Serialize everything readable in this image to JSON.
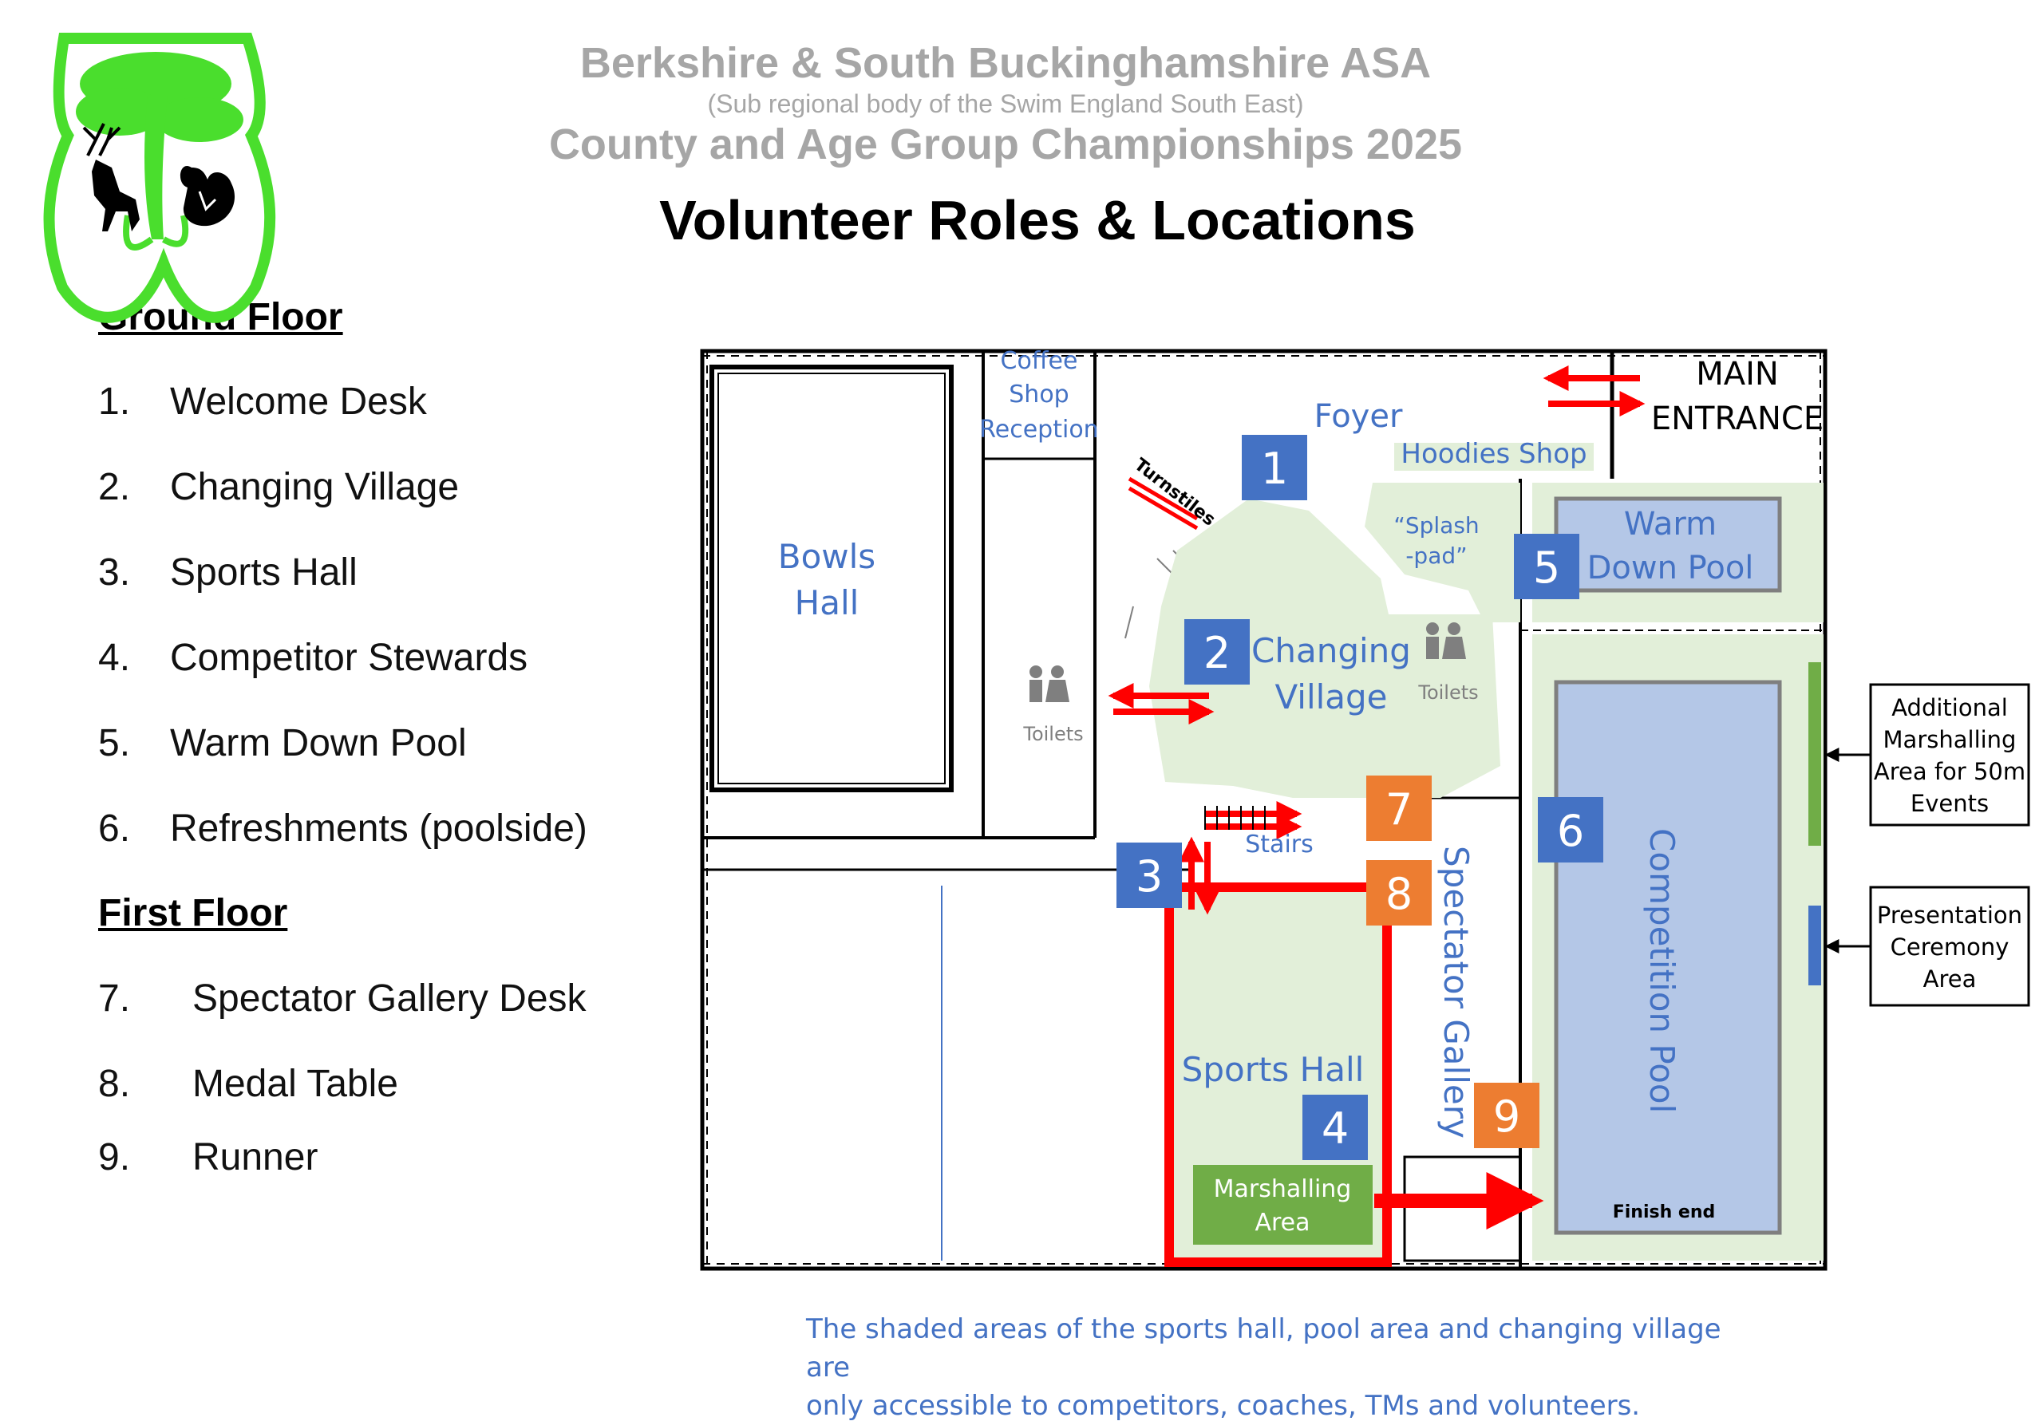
{
  "header": {
    "organisation": "Berkshire & South Buckinghamshire ASA",
    "subtitle": "(Sub regional body of the Swim England South East)",
    "event": "County and Age Group Championships 2025",
    "title": "Volunteer Roles & Locations"
  },
  "legend": {
    "ground_floor_heading": "Ground Floor",
    "ground_floor_roles": [
      {
        "num": "1.",
        "label": "Welcome Desk"
      },
      {
        "num": "2.",
        "label": "Changing Village"
      },
      {
        "num": "3.",
        "label": "Sports Hall"
      },
      {
        "num": "4.",
        "label": "Competitor Stewards"
      },
      {
        "num": "5.",
        "label": "Warm Down Pool"
      },
      {
        "num": "6.",
        "label": "Refreshments (poolside)"
      }
    ],
    "first_floor_heading": "First Floor",
    "first_floor_roles": [
      {
        "num": "7.",
        "label": "Spectator Gallery Desk"
      },
      {
        "num": "8.",
        "label": "Medal Table"
      },
      {
        "num": "9.",
        "label": "Runner"
      }
    ]
  },
  "map": {
    "areas": {
      "coffee": "Coffee",
      "shop": "Shop",
      "reception": "Reception",
      "foyer": "Foyer",
      "hoodies_shop": "Hoodies Shop",
      "main": "MAIN",
      "entrance": "ENTRANCE",
      "turnstiles": "Turnstiles",
      "splash_1": "“Splash",
      "splash_2": "-pad”",
      "warm_1": "Warm",
      "warm_2": "Down Pool",
      "bowls_1": "Bowls",
      "bowls_2": "Hall",
      "changing_1": "Changing",
      "changing_2": "Village",
      "toilets_left": "Toilets",
      "toilets_right": "Toilets",
      "stairs": "Stairs",
      "spectator_gallery": "Spectator Gallery",
      "competition_pool": "Competition Pool",
      "sports_hall": "Sports Hall",
      "marshalling_1": "Marshalling",
      "marshalling_2": "Area",
      "finish_end": "Finish end"
    },
    "badges": {
      "b1": "1",
      "b2": "2",
      "b3": "3",
      "b4": "4",
      "b5": "5",
      "b6": "6",
      "b7": "7",
      "b8": "8",
      "b9": "9"
    },
    "callouts": {
      "additional_1": "Additional",
      "additional_2": "Marshalling",
      "additional_3": "Area for 50m",
      "additional_4": "Events",
      "presentation_1": "Presentation",
      "presentation_2": "Ceremony",
      "presentation_3": "Area"
    },
    "colors": {
      "ground_badge": "#4472c4",
      "first_badge": "#ed7d31",
      "shaded": "#e2efd9",
      "pool": "#b4c7e7",
      "marshalling": "#70ad47",
      "arrow": "#ff0000",
      "logo": "#4ade2d"
    }
  },
  "footer": {
    "line1": "The shaded areas of the sports hall, pool area and changing village are",
    "line2": "only accessible to competitors, coaches, TMs and volunteers."
  }
}
